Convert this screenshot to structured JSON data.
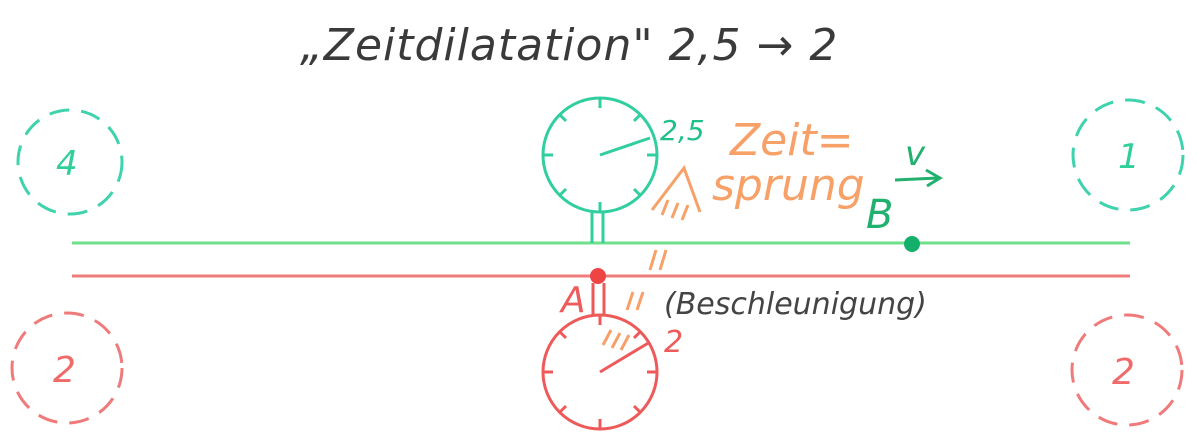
{
  "title": "„Zeitdilatation\" 2,5 → 2",
  "clocks": {
    "left_top": "4",
    "right_top": "1",
    "left_bottom": "2",
    "right_bottom": "2",
    "green_reading": "2,5",
    "red_reading": "2"
  },
  "labels": {
    "zeitsprung_line1": "Zeit=",
    "zeitsprung_line2": "sprung",
    "beschleunigung": "(Beschleunigung)",
    "point_a": "A",
    "point_b": "B",
    "velocity": "v"
  },
  "colors": {
    "green": "#31cfa0",
    "red": "#ee5a5a",
    "orange": "#f7a067"
  }
}
